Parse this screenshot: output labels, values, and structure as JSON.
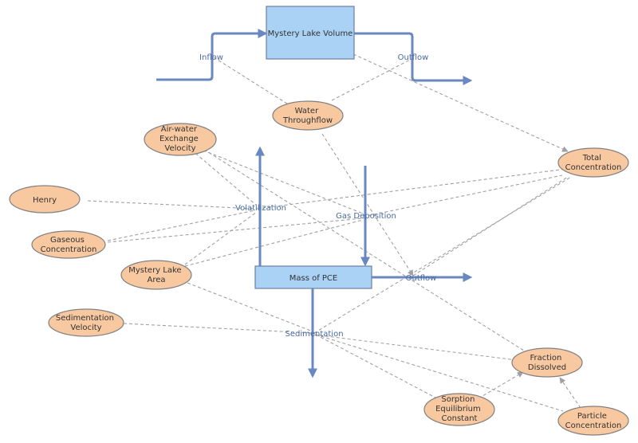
{
  "colors": {
    "stock_fill": "#a9d2f5",
    "aux_fill": "#f8c8a0",
    "flow": "#6a88c0",
    "dependency": "#a0a0a0"
  },
  "stocks": {
    "lake_volume": "Mystery Lake Volume",
    "mass_pce": "Mass of PCE"
  },
  "flows": {
    "inflow": "Inflow",
    "outflow_top": "Outflow",
    "volatilization": "Volatilization",
    "gas_deposition": "Gas Deposition",
    "outflow_mid": "Outflow",
    "sedimentation": "Sedimentation"
  },
  "variables": {
    "water_throughflow": [
      "Water",
      "Throughflow"
    ],
    "air_water_velocity": [
      "Air-water",
      "Exchange",
      "Velocity"
    ],
    "henry": [
      "Henry"
    ],
    "gaseous_concentration": [
      "Gaseous",
      "Concentration"
    ],
    "lake_area": [
      "Mystery Lake",
      "Area"
    ],
    "sedimentation_velocity": [
      "Sedimentation",
      "Velocity"
    ],
    "total_concentration": [
      "Total",
      "Concentration"
    ],
    "fraction_dissolved": [
      "Fraction",
      "Dissolved"
    ],
    "sorption_constant": [
      "Sorption",
      "Equilibrium",
      "Constant"
    ],
    "particle_concentration": [
      "Particle",
      "Concentration"
    ]
  }
}
